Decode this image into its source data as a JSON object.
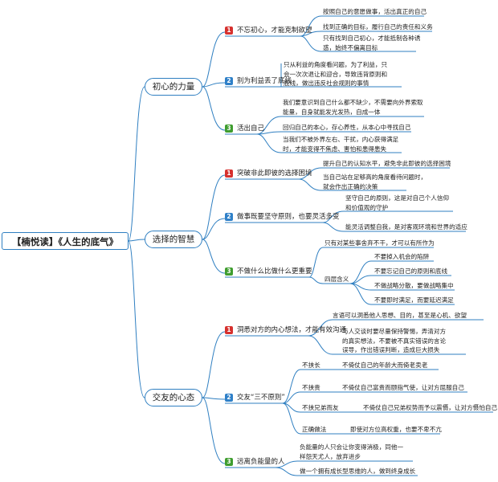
{
  "root": "【楠悦读】《人生的底气》",
  "branches": [
    {
      "title": "初心的力量",
      "subs": [
        {
          "num": "1",
          "label": "不忘初心，才能克制欲望",
          "leaves": [
            "按照自己的意愿做事，活出真正的自己",
            "找到正确的目标，履行自己的责任和义务",
            "只有找到自己初心，才能抵制各种诱\n惑，始终不偏离目标"
          ]
        },
        {
          "num": "2",
          "label": "别为利益丢了底线",
          "leaves": [
            "只从利益的角度看问题，为了利益，只\n会一次次退让和迎合，导致违背原则和\n底线，做出违反社会规则的事情"
          ]
        },
        {
          "num": "3",
          "label": "活出自己",
          "leaves": [
            "我们要意识到自己什么都不缺少，不需要向外界索取\n能量，自身就能发光发热，自成一体",
            "回归自己的本心，存心养性，从本心中寻找自己",
            "当我们不被外界左右、干扰，内心获得满足\n时，才能变得不焦虑、害怕和患得患失"
          ]
        }
      ]
    },
    {
      "title": "选择的智慧",
      "subs": [
        {
          "num": "1",
          "label": "突破非此即彼的选择困境",
          "leaves": [
            "提升自己的认知水平，避免非此即彼的选择困境",
            "当自己站在足够高的角度看待问题时，\n就会作出正确的决策"
          ]
        },
        {
          "num": "2",
          "label": "做事既要坚守原则，也要灵活多变",
          "leaves": [
            "坚守自己的原则，这是对自己个人信仰\n和价值观的守护",
            "能灵活调整自我，是对客观环境和世界的适应"
          ]
        },
        {
          "num": "3",
          "label": "不做什么比做什么更重要",
          "leaves": [
            "只有对某些事舍弃不干，才可以有所作为"
          ],
          "group": {
            "label": "四层含义",
            "items": [
              "不要掉入机会的陷阱",
              "不要忘记自己的原则和底线",
              "不做战略分散，要做战略集中",
              "不要即时满足，而要延迟满足"
            ]
          }
        }
      ]
    },
    {
      "title": "交友的心态",
      "subs": [
        {
          "num": "1",
          "label": "洞悉对方的内心想法，才能有效沟通",
          "leaves": [
            "言语可以洞悉他人思想、目的，甚至是心机、欲望",
            "与人交谈时要尽量保持警惕，弄清对方\n的真实想法，不要被不真实错误的言论\n误导，作出错误判断，造成巨大损失"
          ]
        },
        {
          "num": "2",
          "label": "交友“三不原则”",
          "pairs": [
            {
              "key": "不挟长",
              "value": "不倚仗自己的年龄大而倚老卖老"
            },
            {
              "key": "不挟贵",
              "value": "不倚仗自己富贵而颐指气使，让对方屈服自己"
            },
            {
              "key": "不挟兄弟而友",
              "value": "不倚仗自己兄弟权势而予以震慑，让对方慑怕自己"
            },
            {
              "key": "正确做法",
              "value": "即使对方位高权重，也要不卑不亢"
            }
          ]
        },
        {
          "num": "3",
          "label": "远离负能量的人",
          "leaves": [
            "负能量的人只会让你变得消极，同他一\n样怨天尤人，放弃进步",
            "做一个拥有成长型思维的人，做到终身成长"
          ]
        }
      ]
    }
  ],
  "colors": {
    "line": "#2f7fc1",
    "badge1": "#d6312e",
    "badge2": "#2f80c8",
    "badge3": "#3f9d2f"
  }
}
